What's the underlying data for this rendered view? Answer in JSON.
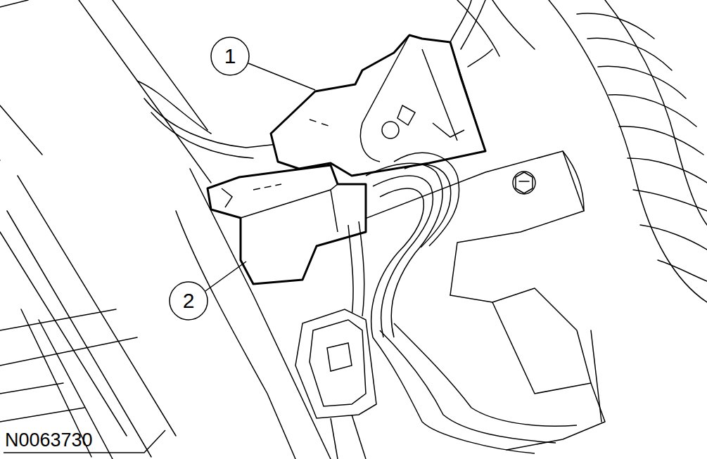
{
  "diagram": {
    "labels": [
      "1",
      "2",
      "N0063730"
    ]
  }
}
